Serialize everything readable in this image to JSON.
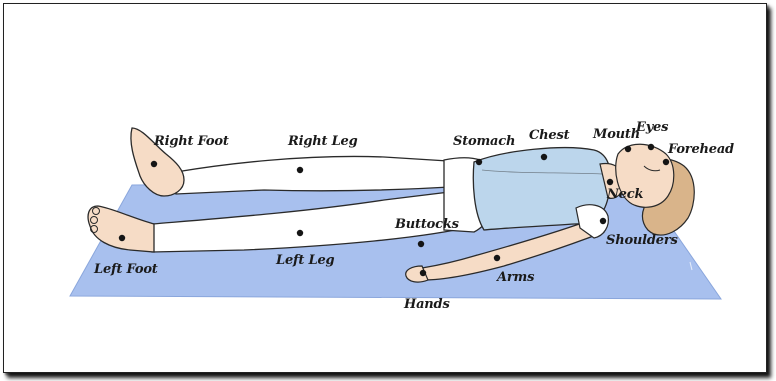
{
  "diagram": {
    "labels": {
      "right_foot": "Right Foot",
      "right_leg": "Right Leg",
      "stomach": "Stomach",
      "chest": "Chest",
      "mouth": "Mouth",
      "eyes": "Eyes",
      "forehead": "Forehead",
      "neck": "Neck",
      "shoulders": "Shoulders",
      "buttocks": "Buttocks",
      "arms": "Arms",
      "hands": "Hands",
      "left_leg": "Left Leg",
      "left_foot": "Left Foot"
    },
    "colors": {
      "mat": "#a8c0ee",
      "shirt": "#bcd6ec",
      "skin": "#f6dcc6",
      "pants": "#ffffff",
      "hair": "#d9b48a",
      "outline": "#2a2a2a"
    }
  }
}
